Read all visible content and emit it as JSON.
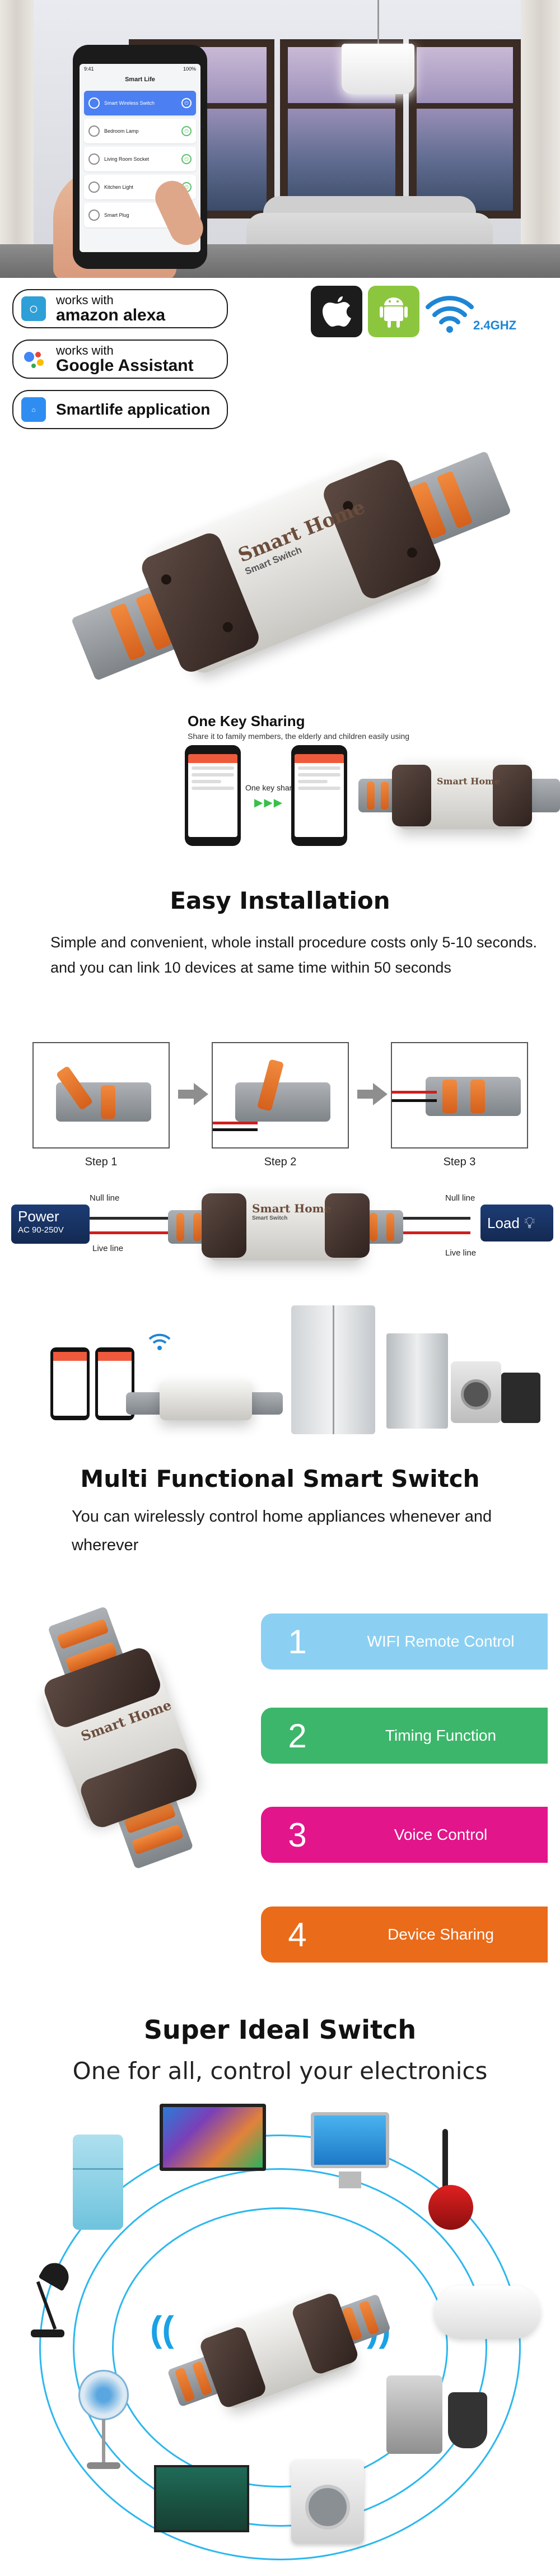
{
  "hero": {
    "app": {
      "status_time": "9:41",
      "status_right": "100%",
      "title": "Smart Life",
      "devices": [
        {
          "name": "Smart Wireless Switch",
          "active": true
        },
        {
          "name": "Bedroom Lamp",
          "active": false
        },
        {
          "name": "Living Room Socket",
          "active": false
        },
        {
          "name": "Kitchen Light",
          "active": false
        },
        {
          "name": "Smart Plug",
          "active": false
        }
      ]
    }
  },
  "badges": {
    "alexa": {
      "logo": "amazon alexa",
      "small": "works with",
      "big": "amazon alexa"
    },
    "google": {
      "small": "works with",
      "big": "Google Assistant"
    },
    "smartlife": {
      "big": "Smartlife application"
    },
    "wifi_band": "2.4GHZ",
    "icons": [
      "apple-icon",
      "android-icon",
      "wifi-icon"
    ],
    "colors": {
      "apple": "#1c1c1c",
      "android": "#8cc63f",
      "wifi": "#1d86d6"
    }
  },
  "device": {
    "brand": "Smart Home",
    "model": "Smart Switch"
  },
  "share": {
    "title": "One Key Sharing",
    "subtitle": "Share it to family members, the elderly and children easily using",
    "label": "One key sharing",
    "arrows": "▶▶▶"
  },
  "install": {
    "title": "Easy Installation",
    "text": "Simple and convenient, whole install procedure costs only 5-10 seconds. and you can link 10 devices at same time within 50 seconds",
    "steps": [
      "Step 1",
      "Step 2",
      "Step 3"
    ],
    "wiring": {
      "power_label": "Power",
      "power_sub": "AC 90-250V",
      "load_label": "Load",
      "null_line": "Null line",
      "live_line": "Live line"
    }
  },
  "multi": {
    "title": "Multi Functional Smart Switch",
    "text": "You can wirelessly control home appliances whenever and wherever",
    "features": [
      {
        "num": "1",
        "label": "WIFI Remote Control",
        "color": "#8bd0f2"
      },
      {
        "num": "2",
        "label": "Timing Function",
        "color": "#3cb66a"
      },
      {
        "num": "3",
        "label": "Voice Control",
        "color": "#e2158b"
      },
      {
        "num": "4",
        "label": "Device Sharing",
        "color": "#ea6b1a"
      }
    ]
  },
  "ideal": {
    "title": "Super Ideal Switch",
    "subtitle": "One for all, control your electronics",
    "accent": "#2cb7ee"
  }
}
